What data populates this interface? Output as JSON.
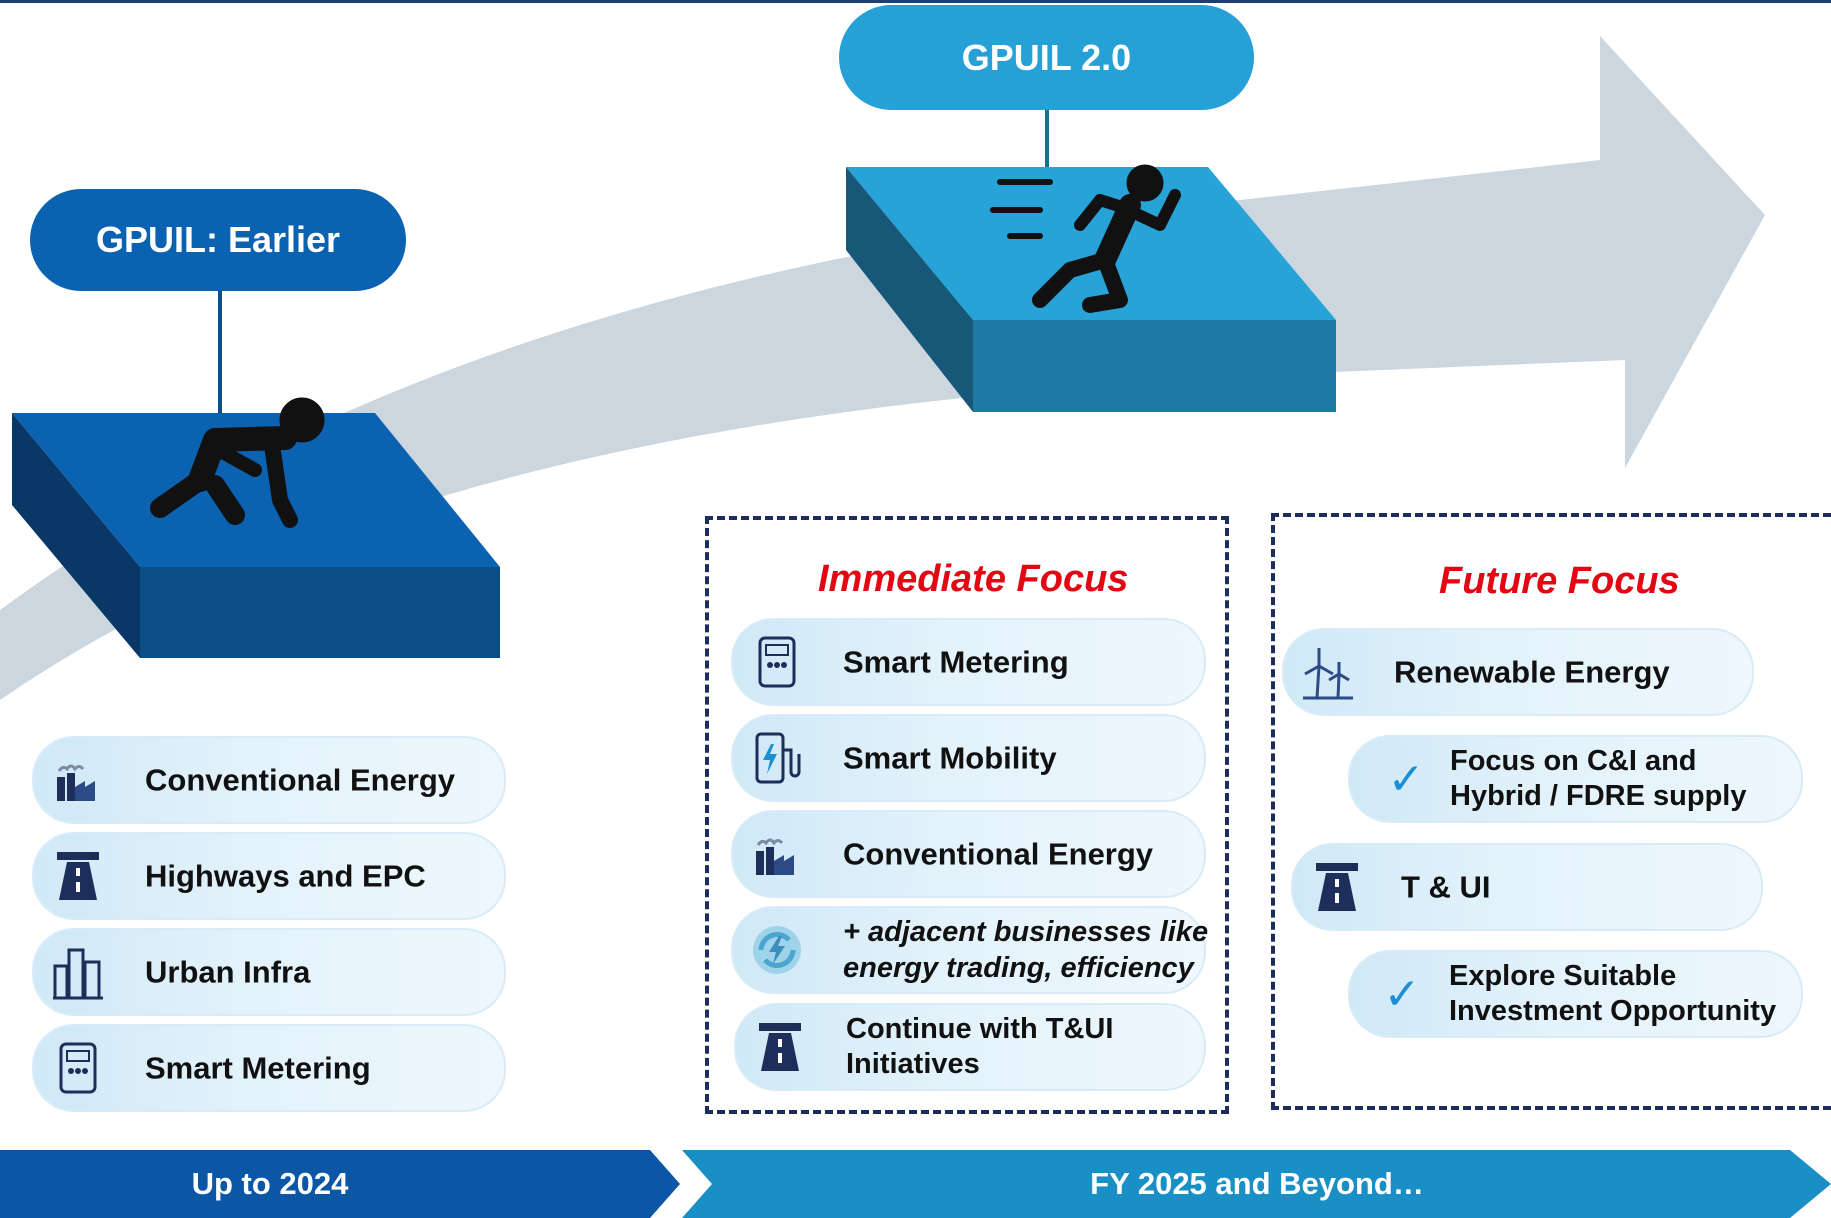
{
  "stages": {
    "earlier": {
      "title": "GPUIL: Earlier"
    },
    "next": {
      "title": "GPUIL 2.0"
    }
  },
  "earlier_items": [
    {
      "label": "Conventional Energy",
      "icon": "power-plant-icon"
    },
    {
      "label": "Highways and EPC",
      "icon": "highway-icon"
    },
    {
      "label": "Urban Infra",
      "icon": "city-buildings-icon"
    },
    {
      "label": "Smart Metering",
      "icon": "smart-meter-icon"
    }
  ],
  "immediate": {
    "title": "Immediate Focus",
    "items": [
      {
        "label": "Smart Metering",
        "icon": "smart-meter-icon"
      },
      {
        "label": "Smart Mobility",
        "icon": "ev-charger-icon"
      },
      {
        "label": "Conventional Energy",
        "icon": "power-plant-icon"
      },
      {
        "line1": "+ adjacent businesses like",
        "line2": "energy trading, efficiency",
        "icon": "energy-cycle-icon"
      },
      {
        "line1": "Continue with T&UI",
        "line2": "Initiatives",
        "icon": "highway-icon"
      }
    ]
  },
  "future": {
    "title": "Future Focus",
    "items": [
      {
        "label": "Renewable Energy",
        "icon": "wind-turbine-icon"
      },
      {
        "line1": "Focus on C&I and",
        "line2": "Hybrid / FDRE supply",
        "icon": "check-icon"
      },
      {
        "label": "T & UI",
        "icon": "highway-icon"
      },
      {
        "line1": "Explore Suitable",
        "line2": "Investment Opportunity",
        "icon": "check-icon"
      }
    ]
  },
  "timeline": {
    "left": "Up to 2024",
    "right": "FY 2025 and Beyond…"
  },
  "colors": {
    "dark_blue": "#0b4f8f",
    "mid_blue": "#1e9fd6",
    "focus_red": "#e30613",
    "arrow_grey": "#ccd6df",
    "dash_navy": "#1c2c5c"
  }
}
